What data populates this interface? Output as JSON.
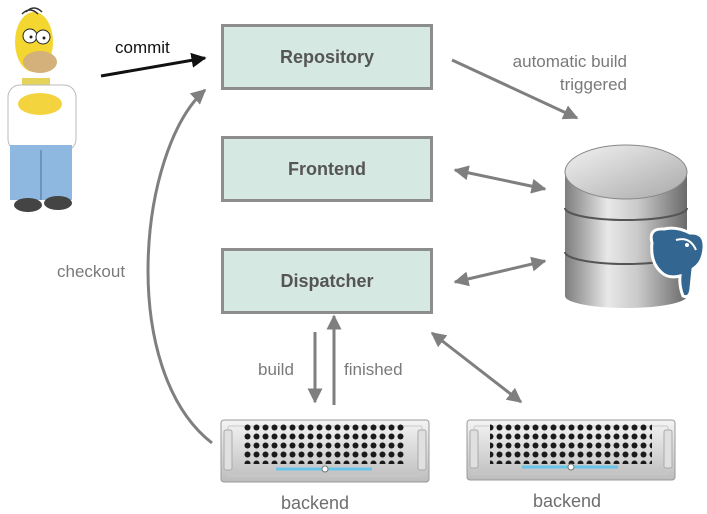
{
  "components": {
    "repository": "Repository",
    "frontend": "Frontend",
    "dispatcher": "Dispatcher"
  },
  "labels": {
    "commit": "commit",
    "automatic_build_line1": "automatic build",
    "automatic_build_line2": "triggered",
    "checkout": "checkout",
    "build": "build",
    "finished": "finished"
  },
  "servers": [
    {
      "label": "backend"
    },
    {
      "label": "backend"
    }
  ],
  "icons": {
    "developer": "homer-simpson-icon",
    "database": "database-cylinder-icon",
    "database_badge": "postgresql-elephant-icon",
    "server": "rack-server-icon"
  },
  "colors": {
    "box_fill": "#d6e8e2",
    "box_border": "#8d8d8d",
    "arrow": "#7f7f7f",
    "commit_arrow": "#111111"
  }
}
